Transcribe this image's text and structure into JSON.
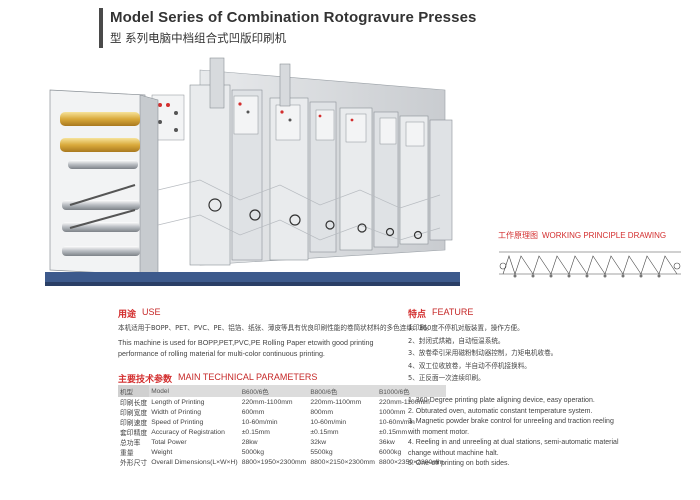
{
  "header": {
    "title_en": "Model Series of Combination Rotogravure Presses",
    "title_cn": "型 系列电脑中档组合式凹版印刷机"
  },
  "principle": {
    "title_cn": "工作原理图",
    "title_en": "WORKING PRINCIPLE DRAWING"
  },
  "use": {
    "head_cn": "用途",
    "head_en": "USE",
    "text_cn": "本机适用于BOPP、PET、PVC、PE、铝箔、纸张、薄皮等具有优良印刷性能的卷筒状材料的多色连续印刷。",
    "text_en": "This machine is used for BOPP,PET,PVC,PE Rolling Paper etcwith good  printing performance of rolling material for multi-color continuous printing."
  },
  "features": {
    "head_cn": "特点",
    "head_en": "FEATURE",
    "items_cn": [
      "1、360度不停机对版装置，操作方便。",
      "2、封闭式烘箱，自动恒温系统。",
      "3、放卷牵引采用磁粉制动器控制，力矩电机收卷。",
      "4、双工位收放卷，半自动不停机接换料。",
      "5、正反面一次连续印刷。"
    ],
    "items_en": [
      "1. 360-Degree printing plate aligning device, easy operation.",
      "2. Obturated oven, automatic constant temperature system.",
      "3. Magnetic powder brake control for unreeling and traction reeling with moment motor.",
      "4. Reeling in and unreeling at dual stations, semi-automatic material change without machine halt.",
      "5. One-off printing on both sides."
    ]
  },
  "params": {
    "head_cn": "主要技术参数",
    "head_en": "MAIN TECHNICAL PARAMETERS",
    "columns": [
      "机型",
      "Model",
      "B600/6色",
      "B800/6色",
      "B1000/6色"
    ],
    "rows": [
      [
        "印刷长度",
        "Length of Printing",
        "220mm-1100mm",
        "220mm-1100mm",
        "220mm-1100mm"
      ],
      [
        "印刷宽度",
        "Width of Printing",
        "600mm",
        "800mm",
        "1000mm"
      ],
      [
        "印刷速度",
        "Speed of Printing",
        "10-60m/min",
        "10-60m/min",
        "10-60m/min"
      ],
      [
        "套印精度",
        "Accuracy of Registration",
        "±0.15mm",
        "±0.15mm",
        "±0.15mm"
      ],
      [
        "总功率",
        "Total Power",
        "28kw",
        "32kw",
        "36kw"
      ],
      [
        "重量",
        "Weight",
        "5000kg",
        "5500kg",
        "6000kg"
      ],
      [
        "外形尺寸",
        "Overall Dimensions(L×W×H)",
        "8800×1950×2300mm",
        "8800×2150×2300mm",
        "8800×2350×2300mm"
      ]
    ]
  },
  "colors": {
    "accent": "#d32f2f",
    "text": "#444444",
    "table_header": "#dcdcdc"
  }
}
